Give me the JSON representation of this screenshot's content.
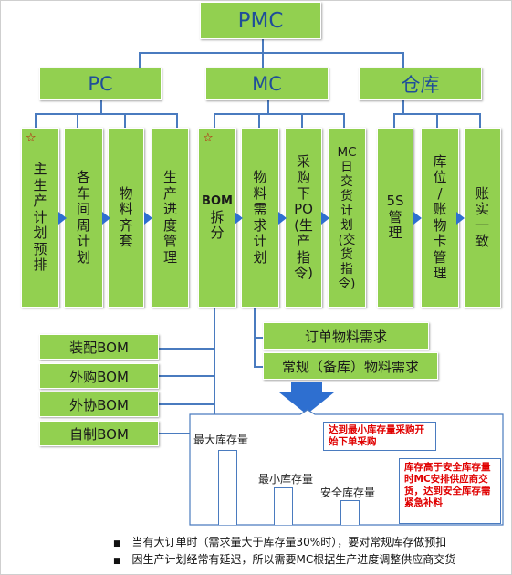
{
  "top": {
    "label": "PMC"
  },
  "groups": {
    "pc": "PC",
    "mc": "MC",
    "warehouse": "仓库"
  },
  "star_symbol": "☆",
  "pc_items": [
    [
      "主",
      "生",
      "产",
      "计",
      "划",
      "预",
      "排"
    ],
    [
      "各",
      "车",
      "间",
      "周",
      "计",
      "划"
    ],
    [
      "物",
      "料",
      "齐",
      "套"
    ],
    [
      "生",
      "产",
      "进",
      "度",
      "管",
      "理"
    ]
  ],
  "mc_items": {
    "bom": [
      "BOM",
      "拆",
      "分"
    ],
    "material": [
      "物",
      "料",
      "需",
      "求",
      "计",
      "划"
    ],
    "po": [
      "采",
      "购",
      "下",
      "PO",
      "(生",
      "产",
      "指",
      "令)"
    ],
    "mc_day": [
      "MC",
      "日",
      "交",
      "货",
      "计",
      "划",
      "(交",
      "货",
      "指",
      "令)"
    ]
  },
  "wh_items": [
    [
      "5S",
      "管",
      "理"
    ],
    [
      "库",
      "位",
      "/",
      "账",
      "物",
      "卡",
      "管",
      "理"
    ],
    [
      "账",
      "实",
      "一",
      "致"
    ]
  ],
  "bom_types": [
    "装配BOM",
    "外购BOM",
    "外协BOM",
    "自制BOM"
  ],
  "demand_types": [
    "订单物料需求",
    "常规（备库）物料需求"
  ],
  "inventory": {
    "max_label": "最大库存量",
    "min_label": "最小库存量",
    "safe_label": "安全库存量",
    "note1": "达到最小库存量采购开始下单采购",
    "note2": "库存高于安全库存量时MC安排供应商交货，达到安全库存需紧急补料"
  },
  "bullet_char": "■",
  "bullets": [
    "当有大订单时（需求量大于库存量30%时），要对常规库存做预扣",
    "因生产计划经常有延迟，所以需要MC根据生产进度调整供应商交货"
  ],
  "colors": {
    "box_green": "#92d050",
    "line_blue": "#4a7bbf",
    "arrow_blue": "#2e6fd0",
    "title_blue": "#1f4e99",
    "note_red": "#e00000"
  }
}
